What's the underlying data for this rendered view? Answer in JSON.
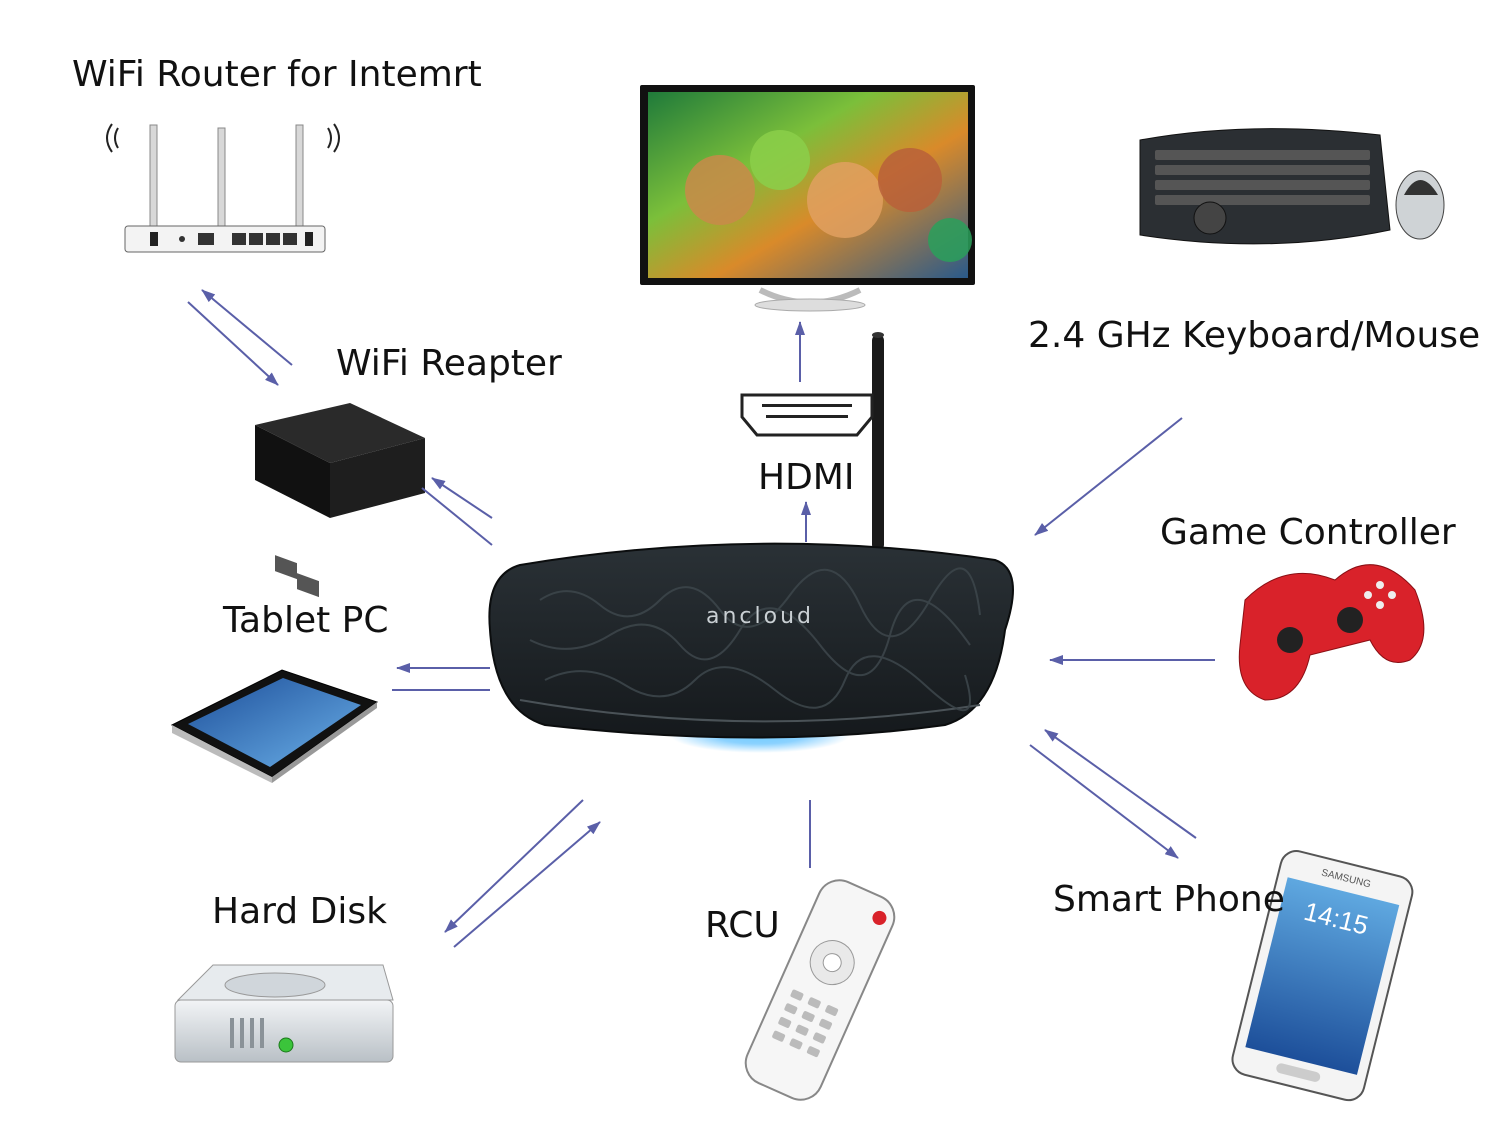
{
  "hub": {
    "device_name": "ancloud",
    "accent_glow": "#3fb4ff"
  },
  "labels": {
    "router": "WiFi Router for Intemrt",
    "repeater": "WiFi Reapter",
    "hdmi": "HDMI",
    "keyboard": "2.4 GHz Keyboard/Mouse",
    "game_controller": "Game Controller",
    "tablet": "Tablet PC",
    "smart_phone": "Smart Phone",
    "hard_disk": "Hard Disk",
    "rcu": "RCU"
  },
  "phone_screen": {
    "brand": "SAMSUNG",
    "time": "14:15"
  },
  "colors": {
    "arrow": "#5a5fa8",
    "controller_red": "#d9222a",
    "box_body": "#1c2226"
  }
}
